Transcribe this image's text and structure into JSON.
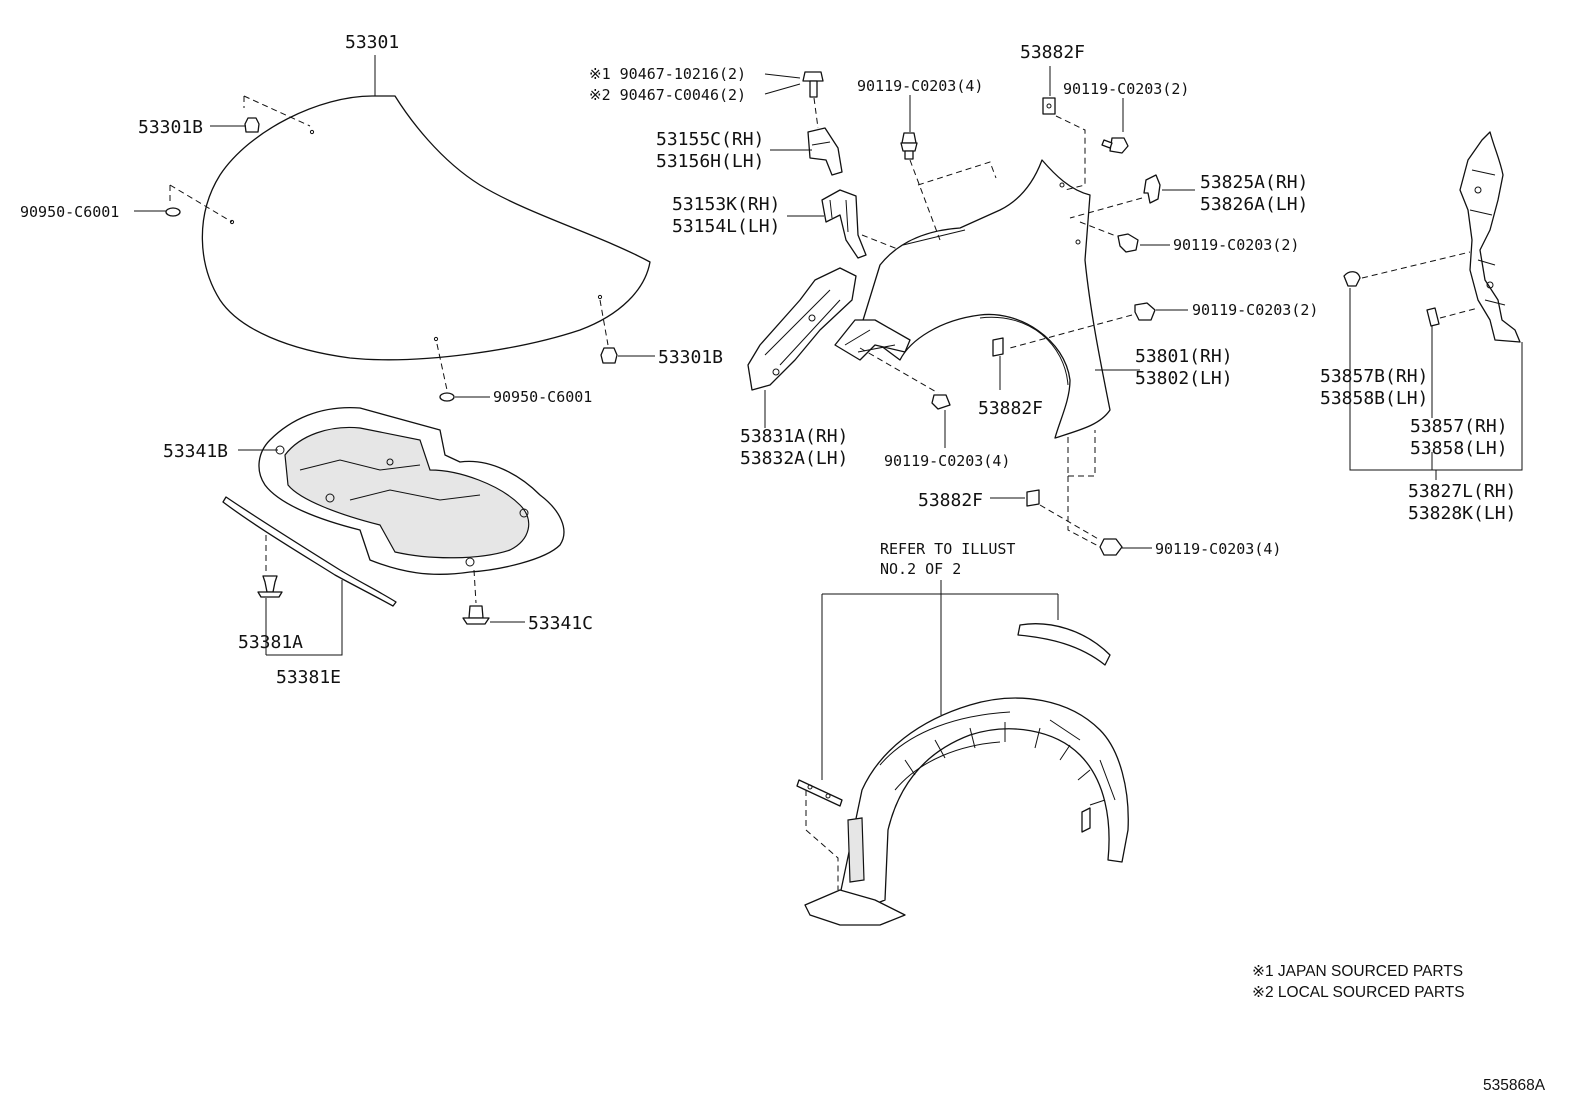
{
  "labels": {
    "hood": "53301",
    "hood_cushion_left": "53301B",
    "hood_cushion_right": "53301B",
    "hood_plug_left": "90950-C6001",
    "hood_plug_bottom": "90950-C6001",
    "insulator": "53341B",
    "clip_53341c": "53341C",
    "seal_53381a": "53381A",
    "seal_53381e": "53381E",
    "note_bolt_1": "※1 90467-10216(2)",
    "note_bolt_2": "※2 90467-C0046(2)",
    "bracket_rh_1": "53155C(RH)",
    "bracket_lh_1": "53156H(LH)",
    "bracket_rh_2": "53153K(RH)",
    "bracket_lh_2": "53154L(LH)",
    "support_rh": "53831A(RH)",
    "support_lh": "53832A(LH)",
    "bolt_top": "90119-C0203(4)",
    "nut_top": "53882F",
    "bolt_top_right": "90119-C0203(2)",
    "bracket_rh_3": "53825A(RH)",
    "bracket_lh_3": "53826A(LH)",
    "bolt_mid_right": "90119-C0203(2)",
    "bolt_lower_right": "90119-C0203(2)",
    "fender_rh": "53801(RH)",
    "fender_lh": "53802(LH)",
    "nut_mid": "53882F",
    "bolt_mid": "90119-C0203(4)",
    "nut_bottom": "53882F",
    "bolt_bottom": "90119-C0203(4)",
    "seal_rh_1": "53857B(RH)",
    "seal_lh_1": "53858B(LH)",
    "seal_rh_2": "53857(RH)",
    "seal_lh_2": "53858(LH)",
    "seal_set_rh": "53827L(RH)",
    "seal_set_lh": "53828K(LH)",
    "refer_line1": "REFER TO ILLUST",
    "refer_line2": "NO.2 OF 2"
  },
  "footnotes": {
    "note1": "※1 JAPAN SOURCED PARTS",
    "note2": "※2 LOCAL SOURCED PARTS"
  },
  "drawing_id": "535868A"
}
